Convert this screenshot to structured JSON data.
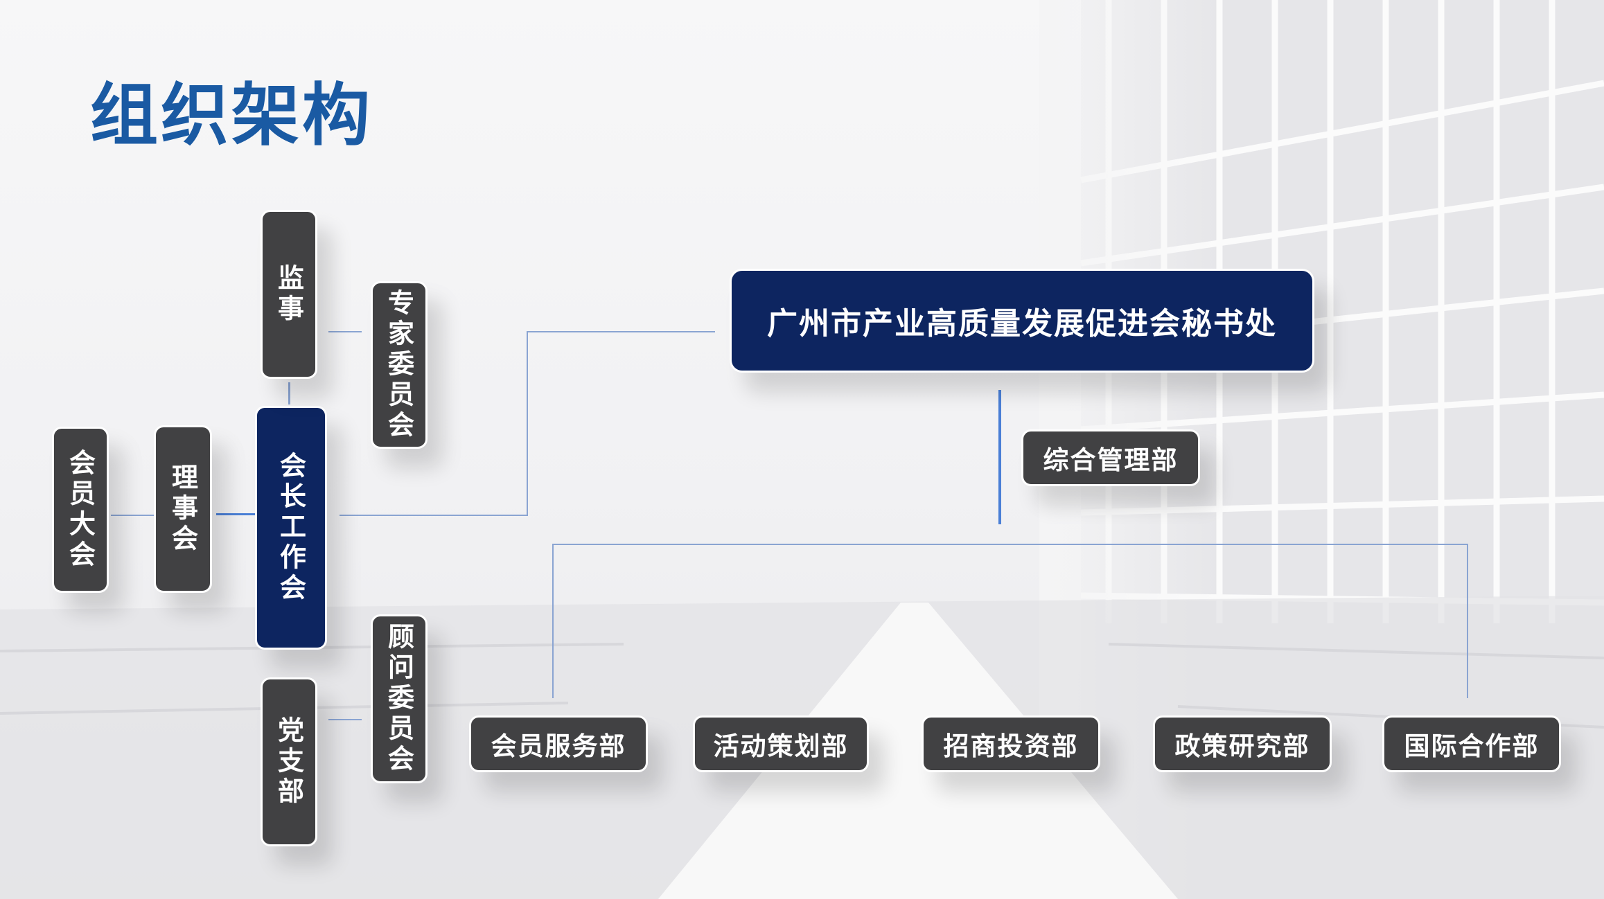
{
  "title": "组织架构",
  "nodes": {
    "member_assembly": "会员大会",
    "council": "理事会",
    "president_meeting": "会长工作会",
    "supervisor": "监事",
    "party_branch": "党支部",
    "expert_committee": "专家委员会",
    "advisory_committee": "顾问委员会",
    "secretariat": "广州市产业高质量发展促进会秘书处",
    "general_management": "综合管理部",
    "departments": [
      "会员服务部",
      "活动策划部",
      "招商投资部",
      "政策研究部",
      "国际合作部"
    ]
  },
  "colors": {
    "title": "#1a5aa3",
    "navy_box": "#0d2560",
    "dark_box": "#414143",
    "connector": "#8aa4d2",
    "accent_line": "#4a7fd6"
  }
}
